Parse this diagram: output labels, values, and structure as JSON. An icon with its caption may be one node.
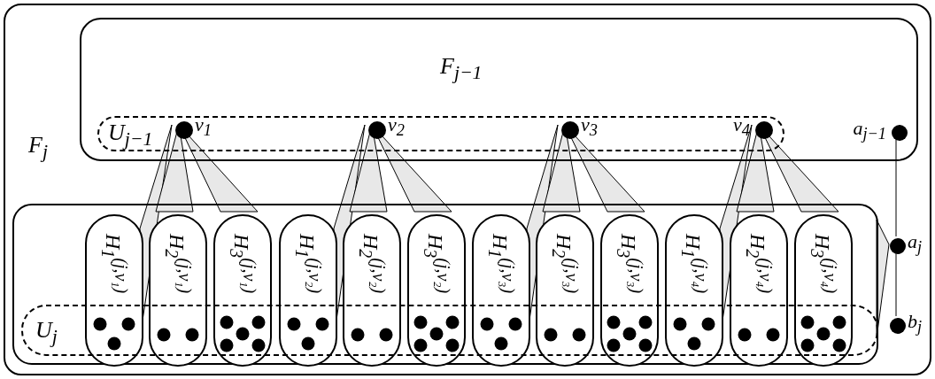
{
  "diagram": {
    "nodes": [
      {
        "text": [
          "F$_{j}$"
        ]
      },
      {
        "text": [
          "F$_{j−1}$"
        ],
        "in": 0
      },
      {
        "text": [
          "U$_{j−1}$"
        ],
        "in": 1
      },
      {
        "text": [],
        "shape": "circle",
        "beside": [
          "v$_{1}$"
        ],
        "in": 2
      },
      {
        "text": [],
        "shape": "circle",
        "beside": [
          "v$_{2}$"
        ],
        "in": 2
      },
      {
        "text": [],
        "shape": "circle",
        "beside": [
          "v$_{3}$"
        ],
        "in": 2
      },
      {
        "text": [],
        "shape": "circle",
        "beside": [
          "v$_{4}$"
        ],
        "in": 2
      },
      {
        "text": [],
        "shape": "circle",
        "beside": [
          "a$_{j−1}$"
        ],
        "in": 1
      },
      {
        "text": [],
        "shape": "box",
        "in": 0
      },
      {
        "text": [
          "U$_{j}$"
        ],
        "in": 8
      },
      {
        "text": [
          "H$_{1}$$^{(j,v₁)}$"
        ],
        "in": 8
      },
      {
        "text": [
          "H$_{2}$$^{(j,v₁)}$"
        ],
        "in": 8
      },
      {
        "text": [
          "H$_{3}$$^{(j,v₁)}$"
        ],
        "in": 8
      },
      {
        "text": [
          "H$_{1}$$^{(j,v₂)}$"
        ],
        "in": 8
      },
      {
        "text": [
          "H$_{2}$$^{(j,v₂)}$"
        ],
        "in": 8
      },
      {
        "text": [
          "H$_{3}$$^{(j,v₂)}$"
        ],
        "in": 8
      },
      {
        "text": [
          "H$_{1}$$^{(j,v₃)}$"
        ],
        "in": 8
      },
      {
        "text": [
          "H$_{2}$$^{(j,v₃)}$"
        ],
        "in": 8
      },
      {
        "text": [
          "H$_{3}$$^{(j,v₃)}$"
        ],
        "in": 8
      },
      {
        "text": [
          "H$_{1}$$^{(j,v₄)}$"
        ],
        "in": 8
      },
      {
        "text": [
          "H$_{2}$$^{(j,v₄)}$"
        ],
        "in": 8
      },
      {
        "text": [
          "H$_{3}$$^{(j,v₄)}$"
        ],
        "in": 8
      },
      {
        "text": [],
        "shape": "circle",
        "beside": [
          "a$_{j}$"
        ],
        "in": 0
      },
      {
        "text": [],
        "shape": "circle",
        "beside": [
          "b$_{j}$"
        ],
        "in": 0
      }
    ],
    "edges": [
      {
        "from": 3,
        "to": 10,
        "arrow": "none"
      },
      {
        "from": 3,
        "to": 11,
        "arrow": "none"
      },
      {
        "from": 3,
        "to": 12,
        "arrow": "none"
      },
      {
        "from": 4,
        "to": 13,
        "arrow": "none"
      },
      {
        "from": 4,
        "to": 14,
        "arrow": "none"
      },
      {
        "from": 4,
        "to": 15,
        "arrow": "none"
      },
      {
        "from": 5,
        "to": 16,
        "arrow": "none"
      },
      {
        "from": 5,
        "to": 17,
        "arrow": "none"
      },
      {
        "from": 5,
        "to": 18,
        "arrow": "none"
      },
      {
        "from": 6,
        "to": 19,
        "arrow": "none"
      },
      {
        "from": 6,
        "to": 20,
        "arrow": "none"
      },
      {
        "from": 6,
        "to": 21,
        "arrow": "none"
      },
      {
        "from": 7,
        "to": 22,
        "arrow": "none"
      },
      {
        "from": 22,
        "to": 23,
        "arrow": "none"
      },
      {
        "from": 22,
        "to": 8,
        "arrow": "none"
      }
    ]
  }
}
